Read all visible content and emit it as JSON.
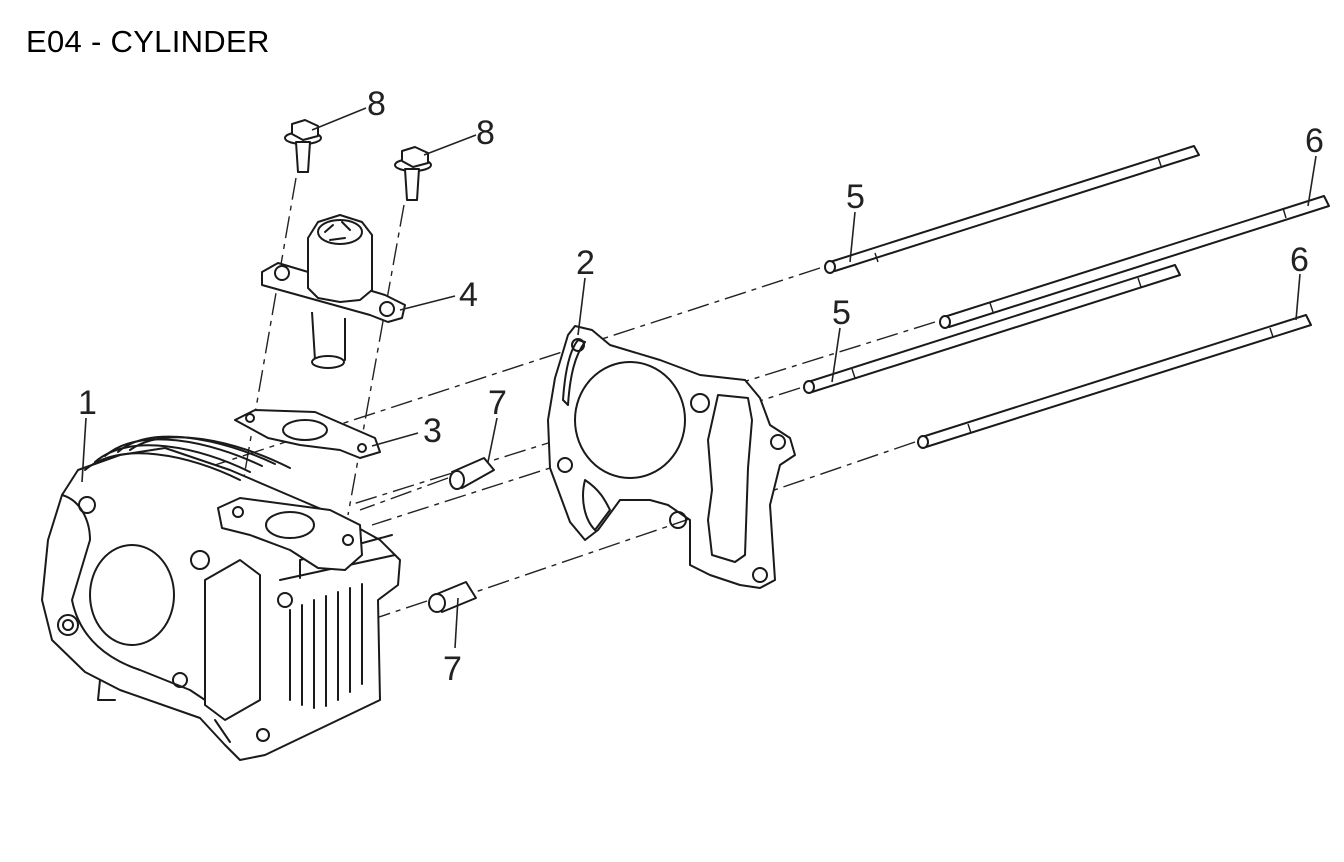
{
  "page": {
    "title": "E04 - CYLINDER"
  },
  "callouts": [
    {
      "id": "1",
      "label": "1",
      "part": "cylinder"
    },
    {
      "id": "2",
      "label": "2",
      "part": "cylinder-gasket"
    },
    {
      "id": "3",
      "label": "3",
      "part": "tensioner-gasket"
    },
    {
      "id": "4",
      "label": "4",
      "part": "cam-chain-tensioner"
    },
    {
      "id": "5a",
      "label": "5",
      "part": "stud-bolt"
    },
    {
      "id": "5b",
      "label": "5",
      "part": "stud-bolt"
    },
    {
      "id": "6a",
      "label": "6",
      "part": "stud-bolt-long"
    },
    {
      "id": "6b",
      "label": "6",
      "part": "stud-bolt-long"
    },
    {
      "id": "7a",
      "label": "7",
      "part": "dowel-pin"
    },
    {
      "id": "7b",
      "label": "7",
      "part": "dowel-pin"
    },
    {
      "id": "8a",
      "label": "8",
      "part": "flange-bolt"
    },
    {
      "id": "8b",
      "label": "8",
      "part": "flange-bolt"
    }
  ]
}
